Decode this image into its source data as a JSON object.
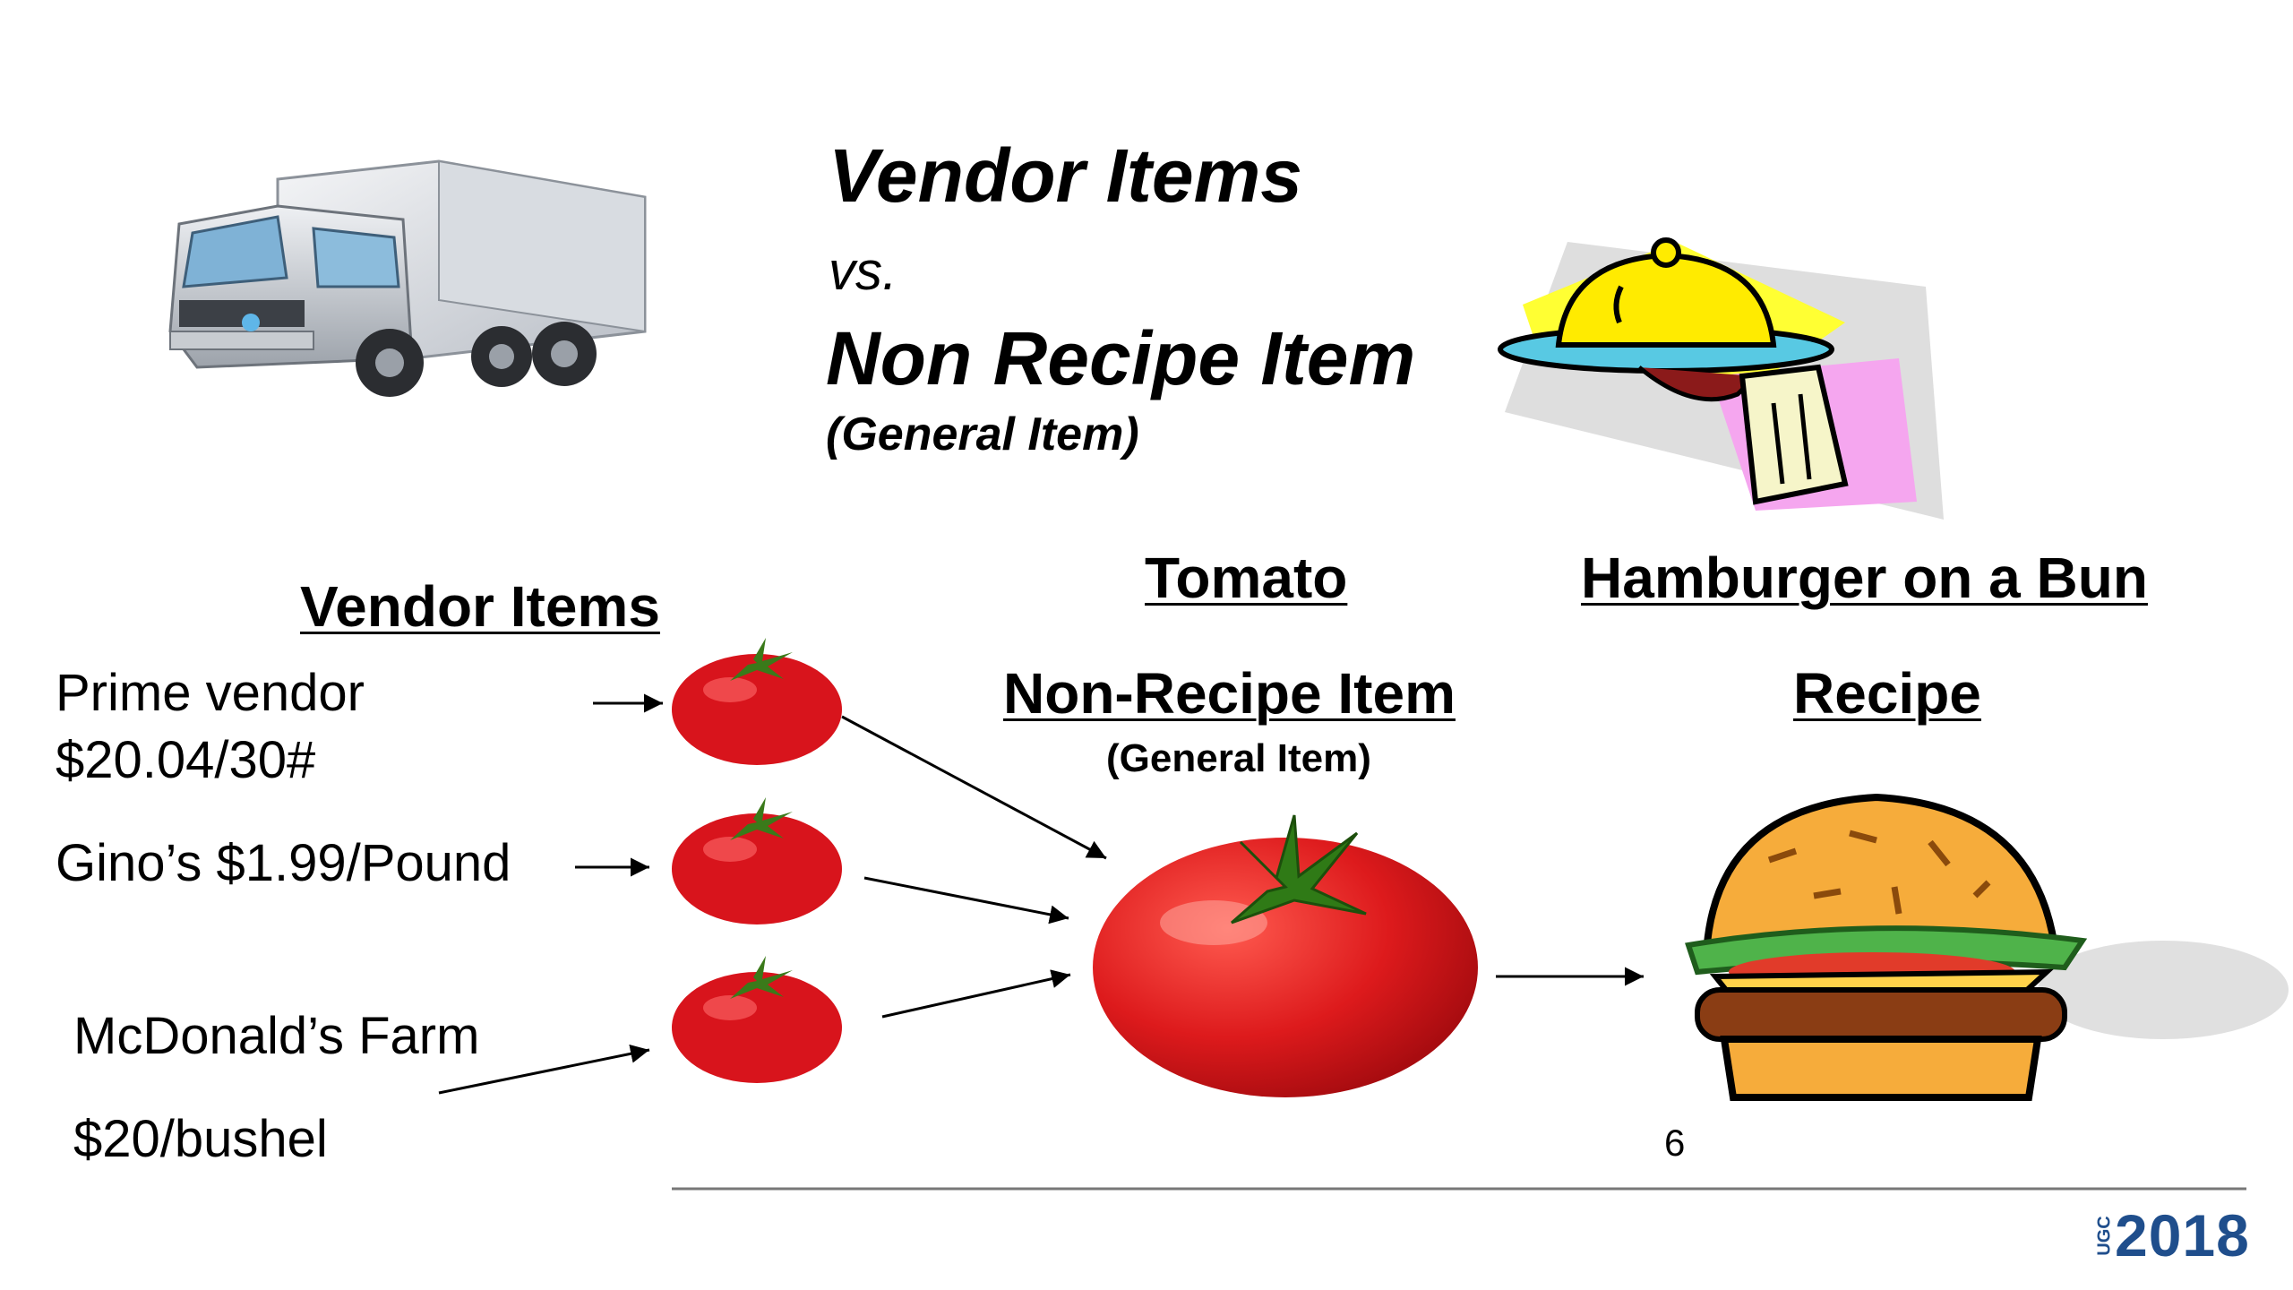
{
  "title": {
    "line1": "Vendor Items",
    "line2": "vs.",
    "line3": "Non Recipe Item",
    "line4": "(General Item)"
  },
  "columns": {
    "vendor_header": "Vendor Items",
    "tomato_header": "Tomato",
    "hamburger_header": "Hamburger on a Bun",
    "nonrecipe_header": "Non-Recipe Item",
    "nonrecipe_sub": "(General Item)",
    "recipe_header": "Recipe"
  },
  "vendors": [
    {
      "line1": "Prime vendor",
      "line2": "$20.04/30#"
    },
    {
      "line1": "Gino’s $1.99/Pound"
    },
    {
      "line1": "McDonald’s Farm",
      "line2": "$20/bushel"
    }
  ],
  "page_number": "6",
  "logo": {
    "small": "UGC",
    "year": "2018",
    "color": "#1f4e8c"
  },
  "icons": [
    "truck-icon",
    "serving-tray-icon",
    "tomato-icon",
    "hamburger-icon"
  ]
}
